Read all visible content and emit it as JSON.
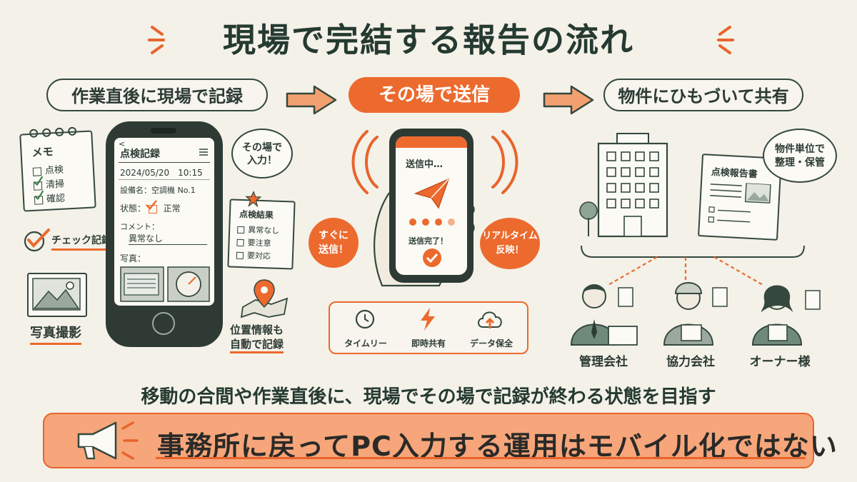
{
  "title": "現場で完結する報告の流れ",
  "steps": {
    "record": "作業直後に現場で記録",
    "send": "その場で送信",
    "link": "物件にひもづいて共有"
  },
  "memo": {
    "title": "メモ",
    "items": [
      "点検",
      "清掃",
      "確認"
    ]
  },
  "check_record": "チェック記録",
  "photo": "写真撮影",
  "phone1": {
    "back": "<",
    "title": "点検記録",
    "date": "2024/05/20　10:15",
    "equipment": "設備名：空調機 No.1",
    "status_label": "状態：",
    "status_value": "正常",
    "comment_label": "コメント：",
    "comment_value": "異常なし",
    "photo_label": "写真："
  },
  "input_bubble": "その場で\n入力！",
  "result_card": {
    "title": "点検結果",
    "items": [
      "異常なし",
      "要注意",
      "要対応"
    ]
  },
  "location": "位置情報も\n自動で記録",
  "phone2": {
    "sending": "送信中…",
    "done": "送信完了！"
  },
  "bubble_left": "すぐに\n送信！",
  "bubble_right": "リアルタイム\n反映！",
  "features": [
    "タイムリー",
    "即時共有",
    "データ保全"
  ],
  "report_doc": "点検報告書",
  "property_bubble": "物件単位で\n整理・保管",
  "people": [
    "管理会社",
    "協力会社",
    "オーナー様"
  ],
  "subtitle": "移動の合間や作業直後に、現場でその場で記録が終わる状態を目指す",
  "banner": "事務所に戻ってPC入力する運用はモバイル化ではない",
  "colors": {
    "accent": "#ec6a2e",
    "ink": "#2c3b34",
    "bg": "#f4f1e8"
  },
  "icons": [
    "megaphone-icon",
    "clock-icon",
    "lightning-icon",
    "cloud-upload-icon",
    "paper-plane-icon",
    "map-pin-icon",
    "building-icon",
    "tree-icon",
    "document-icon"
  ]
}
